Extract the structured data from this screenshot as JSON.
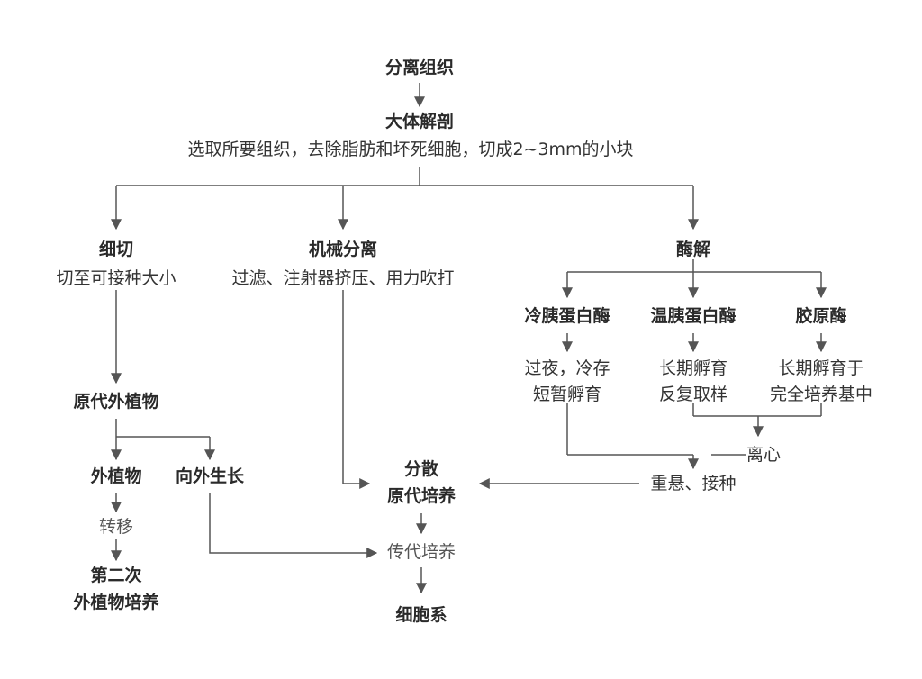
{
  "nodes": {
    "separate_tissue": "分离组织",
    "gross_dissection": "大体解剖",
    "dissection_note": "选取所要组织，去除脂肪和坏死细胞，切成2~3mm的小块",
    "mince": "细切",
    "mince_note": "切至可接种大小",
    "mechanical": "机械分离",
    "mechanical_note": "过滤、注射器挤压、用力吹打",
    "enzyme": "酶解",
    "cold_trypsin": "冷胰蛋白酶",
    "warm_trypsin": "温胰蛋白酶",
    "collagenase": "胶原酶",
    "cold_note_1": "过夜，冷存",
    "cold_note_2": "短暂孵育",
    "warm_note_1": "长期孵育",
    "warm_note_2": "反复取样",
    "coll_note_1": "长期孵育于",
    "coll_note_2": "完全培养基中",
    "centrifuge": "离心",
    "resuspend": "重悬、接种",
    "primary_explant": "原代外植物",
    "explant": "外植物",
    "outgrowth": "向外生长",
    "transfer": "转移",
    "second_1": "第二次",
    "second_2": "外植物培养",
    "dispersed_1": "分散",
    "dispersed_2": "原代培养",
    "subculture": "传代培养",
    "cell_line": "细胞系"
  }
}
